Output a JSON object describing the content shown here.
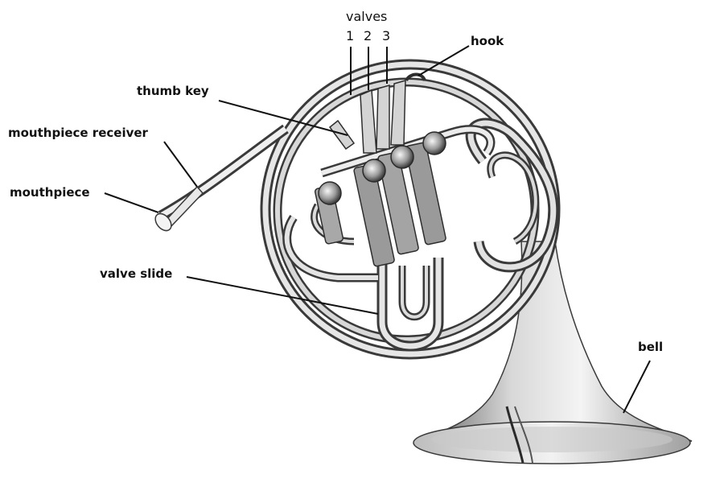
{
  "labels": {
    "valves": "valves",
    "valve_numbers": [
      "1",
      "2",
      "3"
    ],
    "hook": "hook",
    "thumb_key": "thumb key",
    "mouthpiece_receiver": "mouthpiece receiver",
    "mouthpiece": "mouthpiece",
    "valve_slide": "valve slide",
    "bell": "bell"
  },
  "colors": {
    "ink": "#111111",
    "metal_dark": "#3a3a3a",
    "metal_mid": "#8a8a8a",
    "metal_light": "#e6e6e6"
  }
}
